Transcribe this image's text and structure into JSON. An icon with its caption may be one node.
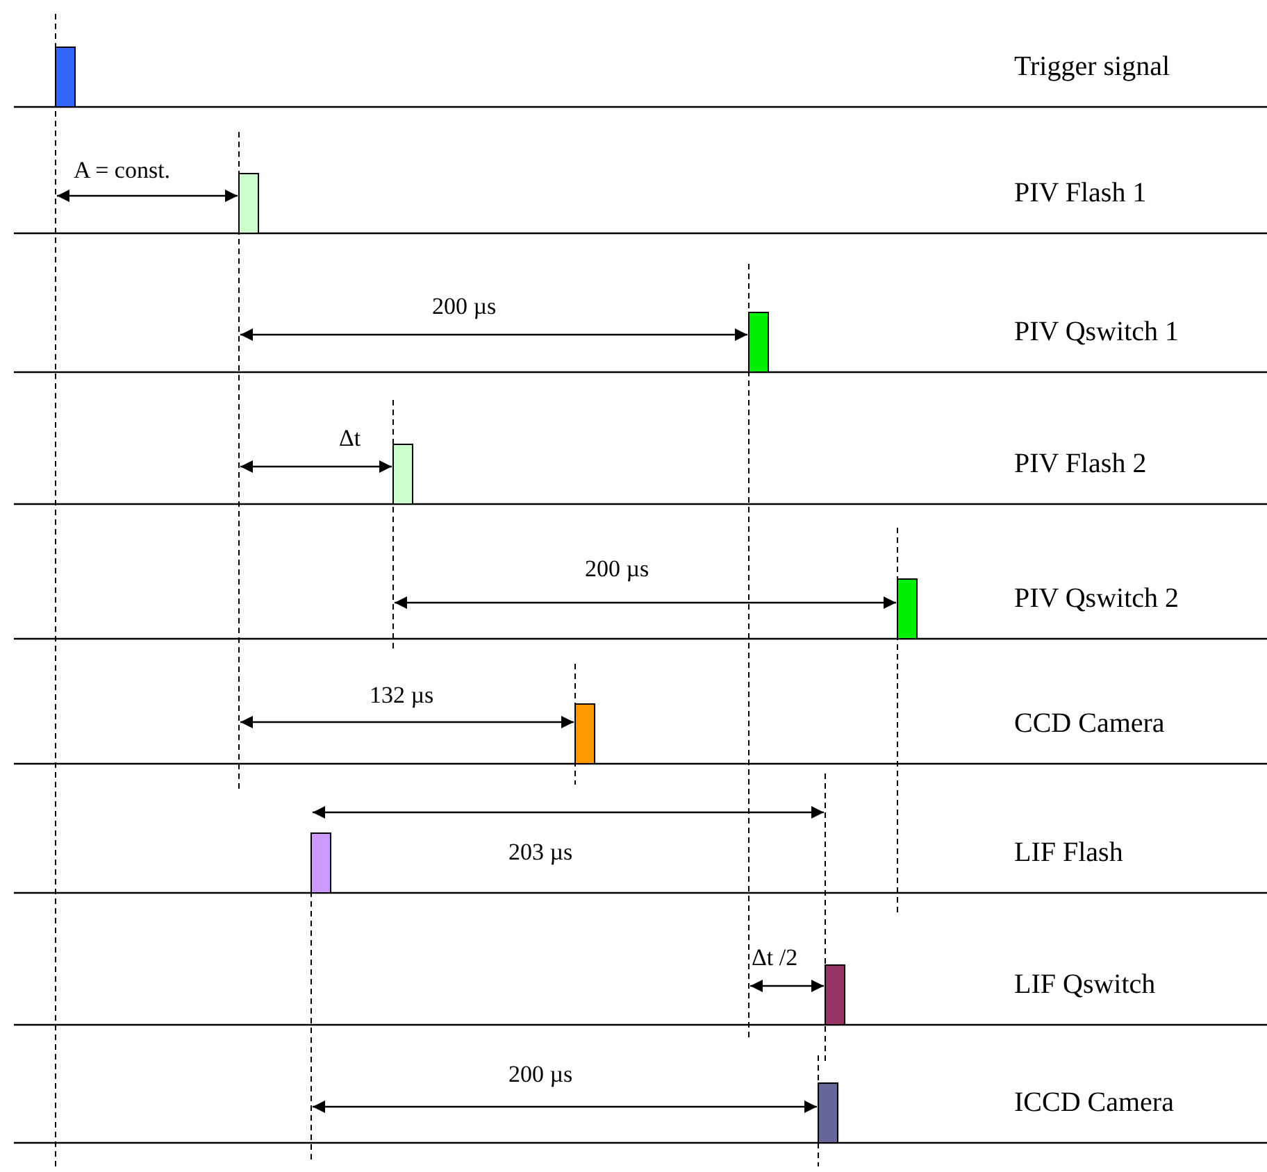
{
  "diagram": {
    "labels": [
      "Trigger signal",
      "A = const.",
      "PIV Flash 1",
      "200 µs",
      "PIV Qswitch 1",
      "Δt",
      "PIV Flash 2",
      "200 µs",
      "PIV Qswitch 2",
      "132 µs",
      "CCD Camera",
      "203 µs",
      "LIF Flash",
      "Δt /2",
      "LIF Qswitch",
      "200 µs",
      "ICCD Camera"
    ]
  }
}
